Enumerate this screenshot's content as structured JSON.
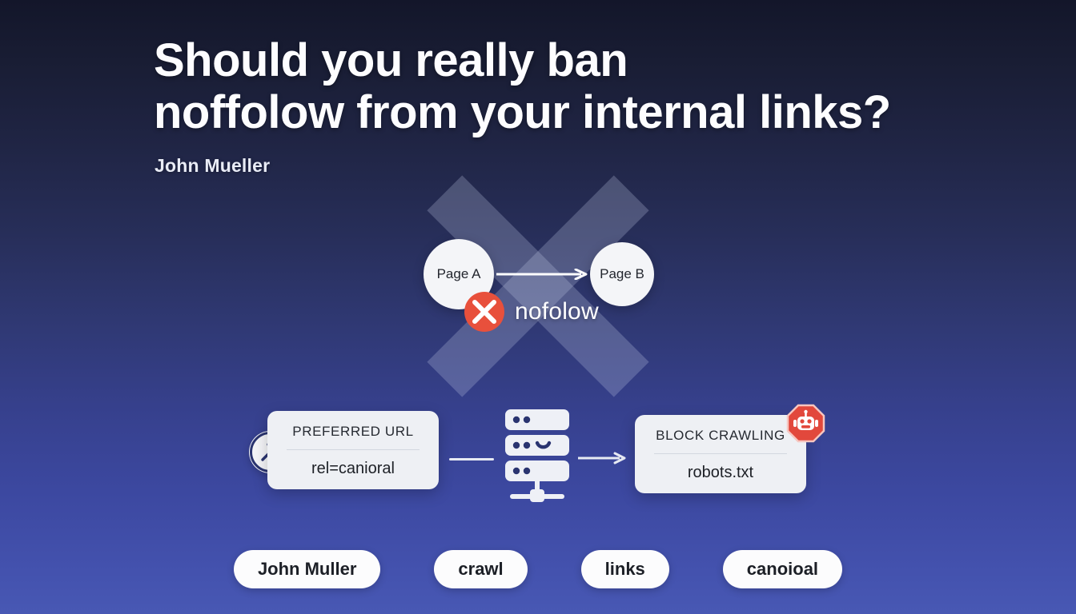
{
  "slide": {
    "headline_line1": "Should you really ban",
    "headline_line2": "noffolow from your internal links?",
    "byline": "John Mueller",
    "background_top_color": "#13162a",
    "background_bottom_color": "#4858b4"
  },
  "link_diagram": {
    "source_node": "Page A",
    "target_node": "Page B",
    "relation_label": "nofolow",
    "prohibition_icon": "red-circle-x-icon",
    "overlay_icon": "big-x-overlay",
    "accent_color": "#e8503c"
  },
  "pipeline": {
    "cards": [
      {
        "title": "PREFERRED URL",
        "value": "rel=canioral",
        "icon": "arrow-up-right-circle-icon"
      },
      {
        "title": "BLOCK CRAWLING",
        "value": "robots.txt",
        "icon": "robot-stop-sign-icon"
      }
    ],
    "middle_icon": "server-stack-icon",
    "connector_left": "line-connector",
    "connector_right": "arrow-connector"
  },
  "keyword_pills": [
    {
      "label": "John Muller"
    },
    {
      "label": "crawl"
    },
    {
      "label": "links"
    },
    {
      "label": "canoioal"
    }
  ]
}
